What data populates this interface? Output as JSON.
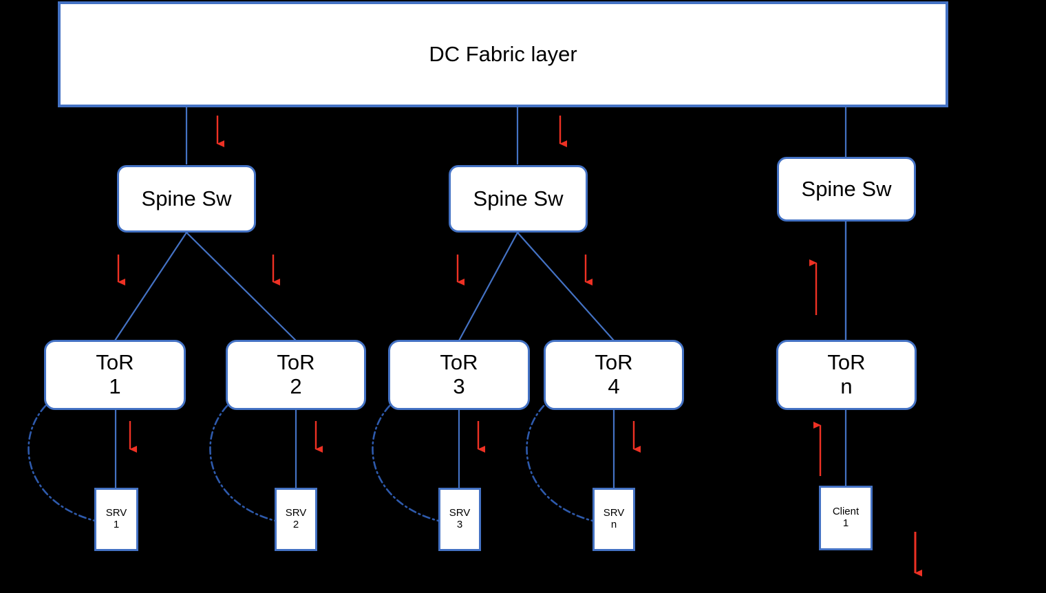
{
  "diagram": {
    "title": "DC Fabric layer",
    "colors": {
      "node_border": "#4472C4",
      "node_fill": "#FFFFFF",
      "connector": "#4472C4",
      "flow_arrow": "#FF0000",
      "background": "#000000",
      "text": "#000000"
    },
    "fabric": {
      "label": "DC Fabric layer"
    },
    "spines": [
      {
        "id": "spine-1",
        "label": "Spine Sw"
      },
      {
        "id": "spine-2",
        "label": "Spine Sw"
      },
      {
        "id": "spine-3",
        "label": "Spine Sw"
      }
    ],
    "tors": [
      {
        "id": "tor-1",
        "line1": "ToR",
        "line2": "1"
      },
      {
        "id": "tor-2",
        "line1": "ToR",
        "line2": "2"
      },
      {
        "id": "tor-3",
        "line1": "ToR",
        "line2": "3"
      },
      {
        "id": "tor-4",
        "line1": "ToR",
        "line2": "4"
      },
      {
        "id": "tor-n",
        "line1": "ToR",
        "line2": "n"
      }
    ],
    "endpoints": [
      {
        "id": "srv-1",
        "line1": "SRV",
        "line2": "1"
      },
      {
        "id": "srv-2",
        "line1": "SRV",
        "line2": "2"
      },
      {
        "id": "srv-3",
        "line1": "SRV",
        "line2": "3"
      },
      {
        "id": "srv-n",
        "line1": "SRV",
        "line2": "n"
      },
      {
        "id": "client-1",
        "line1": "Client",
        "line2": "1"
      }
    ],
    "flow_arrows": {
      "downstream_count": 10,
      "upstream_count": 2,
      "legend_arrow_direction": "right"
    }
  }
}
